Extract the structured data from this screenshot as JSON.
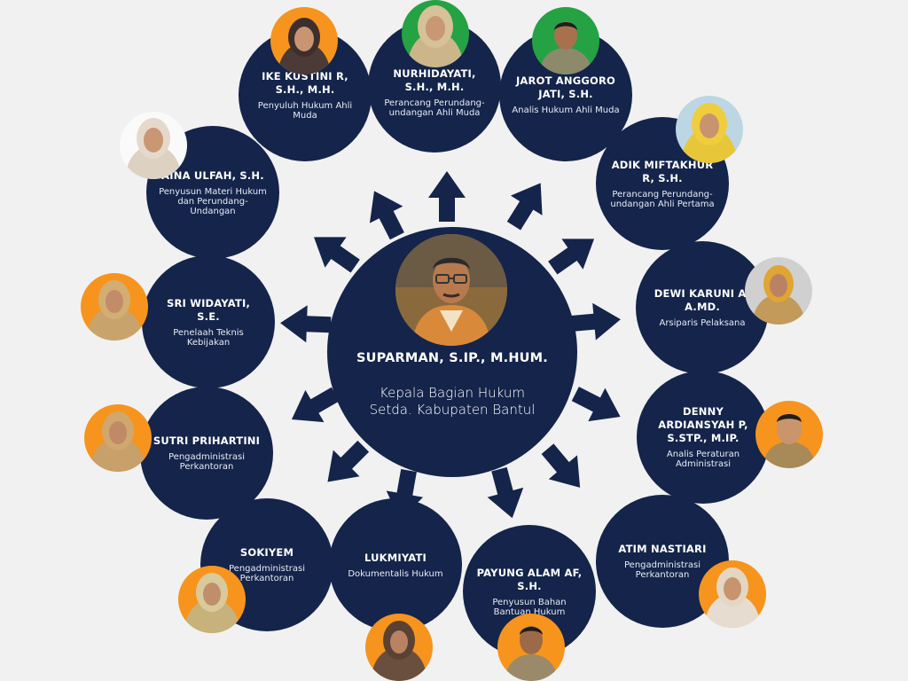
{
  "center": {
    "name": "SUPARMAN, S.IP., M.HUM.",
    "role_line1": "Kepala Bagian Hukum",
    "role_line2": "Setda. Kabupaten Bantul"
  },
  "members": [
    {
      "name": "IKE KUSTINI R, S.H., M.H.",
      "role": "Penyuluh Hukum Ahli Muda"
    },
    {
      "name": "SITI NURHIDAYATI, S.H., M.H.",
      "role": "Perancang Perundang-undangan Ahli Muda"
    },
    {
      "name": "JAROT ANGGORO JATI, S.H.",
      "role": "Analis Hukum Ahli Muda"
    },
    {
      "name": "ADIK MIFTAKHUR R, S.H.",
      "role": "Perancang Perundang-undangan Ahli Pertama"
    },
    {
      "name": "DEWI KARUNI A, A.MD.",
      "role": "Arsiparis Pelaksana"
    },
    {
      "name": "DENNY ARDIANSYAH P, S.STP., M.IP.",
      "role": "Analis Peraturan Administrasi"
    },
    {
      "name": "ATIM NASTIARI",
      "role": "Pengadministrasi Perkantoran"
    },
    {
      "name": "PAYUNG ALAM AF, S.H.",
      "role": "Penyusun Bahan Bantuan Hukum"
    },
    {
      "name": "LUKMIYATI",
      "role": "Dokumentalis Hukum"
    },
    {
      "name": "SOKIYEM",
      "role": "Pengadministrasi Perkantoran"
    },
    {
      "name": "SUTRI PRIHARTINI",
      "role": "Pengadministrasi Perkantoran"
    },
    {
      "name": "SRI WIDAYATI, S.E.",
      "role": "Penelaah Teknis Kebijakan"
    },
    {
      "name": "AINA ULFAH, S.H.",
      "role": "Penyusun Materi Hukum dan Perundang-Undangan"
    }
  ],
  "colors": {
    "background": "#f1f1f1",
    "node": "#14244a",
    "accent_orange": "#f7941d",
    "accent_green": "#25a244"
  }
}
